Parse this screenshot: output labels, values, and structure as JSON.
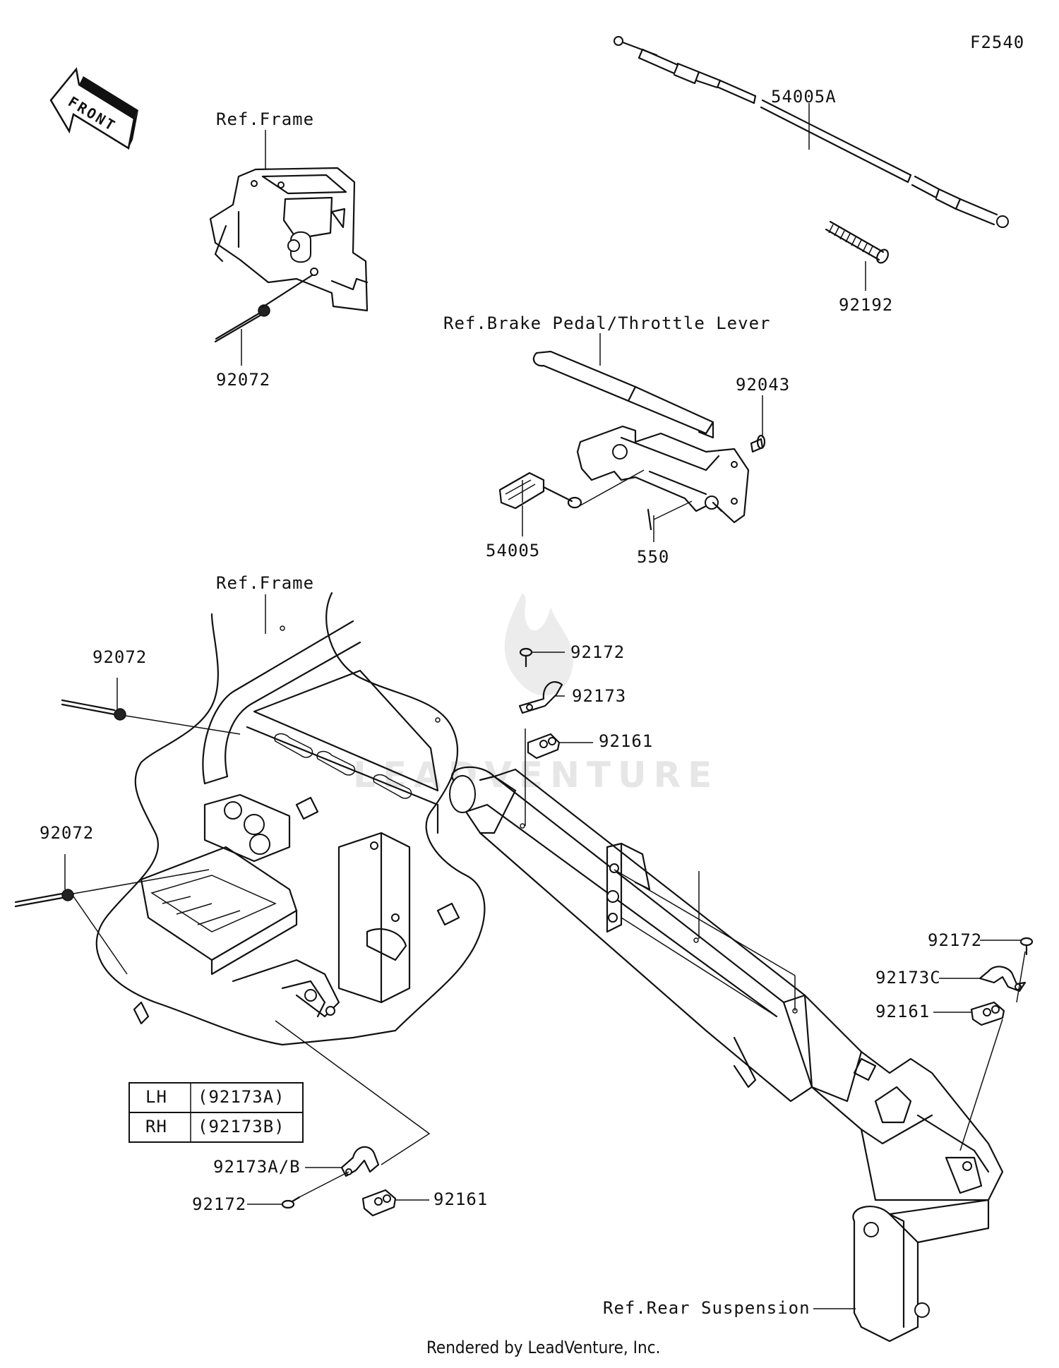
{
  "diagram_id": "F2540",
  "front_arrow_text": "FRONT",
  "references": {
    "frame_top": "Ref.Frame",
    "brake_pedal": "Ref.Brake Pedal/Throttle Lever",
    "frame_main": "Ref.Frame",
    "rear_suspension": "Ref.Rear Suspension"
  },
  "parts": {
    "cable_54005A": "54005A",
    "spring_92192": "92192",
    "tie_92072_top": "92072",
    "pin_92043": "92043",
    "cable_54005": "54005",
    "cotter_550": "550",
    "tie_92072_mid": "92072",
    "tie_92072_low": "92072",
    "screw_92172_upper": "92172",
    "clamp_92173": "92173",
    "grommet_92161_upper": "92161",
    "screw_92172_right": "92172",
    "clamp_92173C": "92173C",
    "grommet_92161_right": "92161",
    "clamp_92173AB": "92173A/B",
    "screw_92172_lower": "92172",
    "grommet_92161_lower": "92161"
  },
  "side_table": [
    {
      "side": "LH",
      "part": "(92173A)"
    },
    {
      "side": "RH",
      "part": "(92173B)"
    }
  ],
  "watermark": "LEADVENTURE",
  "footer": "Rendered by LeadVenture, Inc."
}
